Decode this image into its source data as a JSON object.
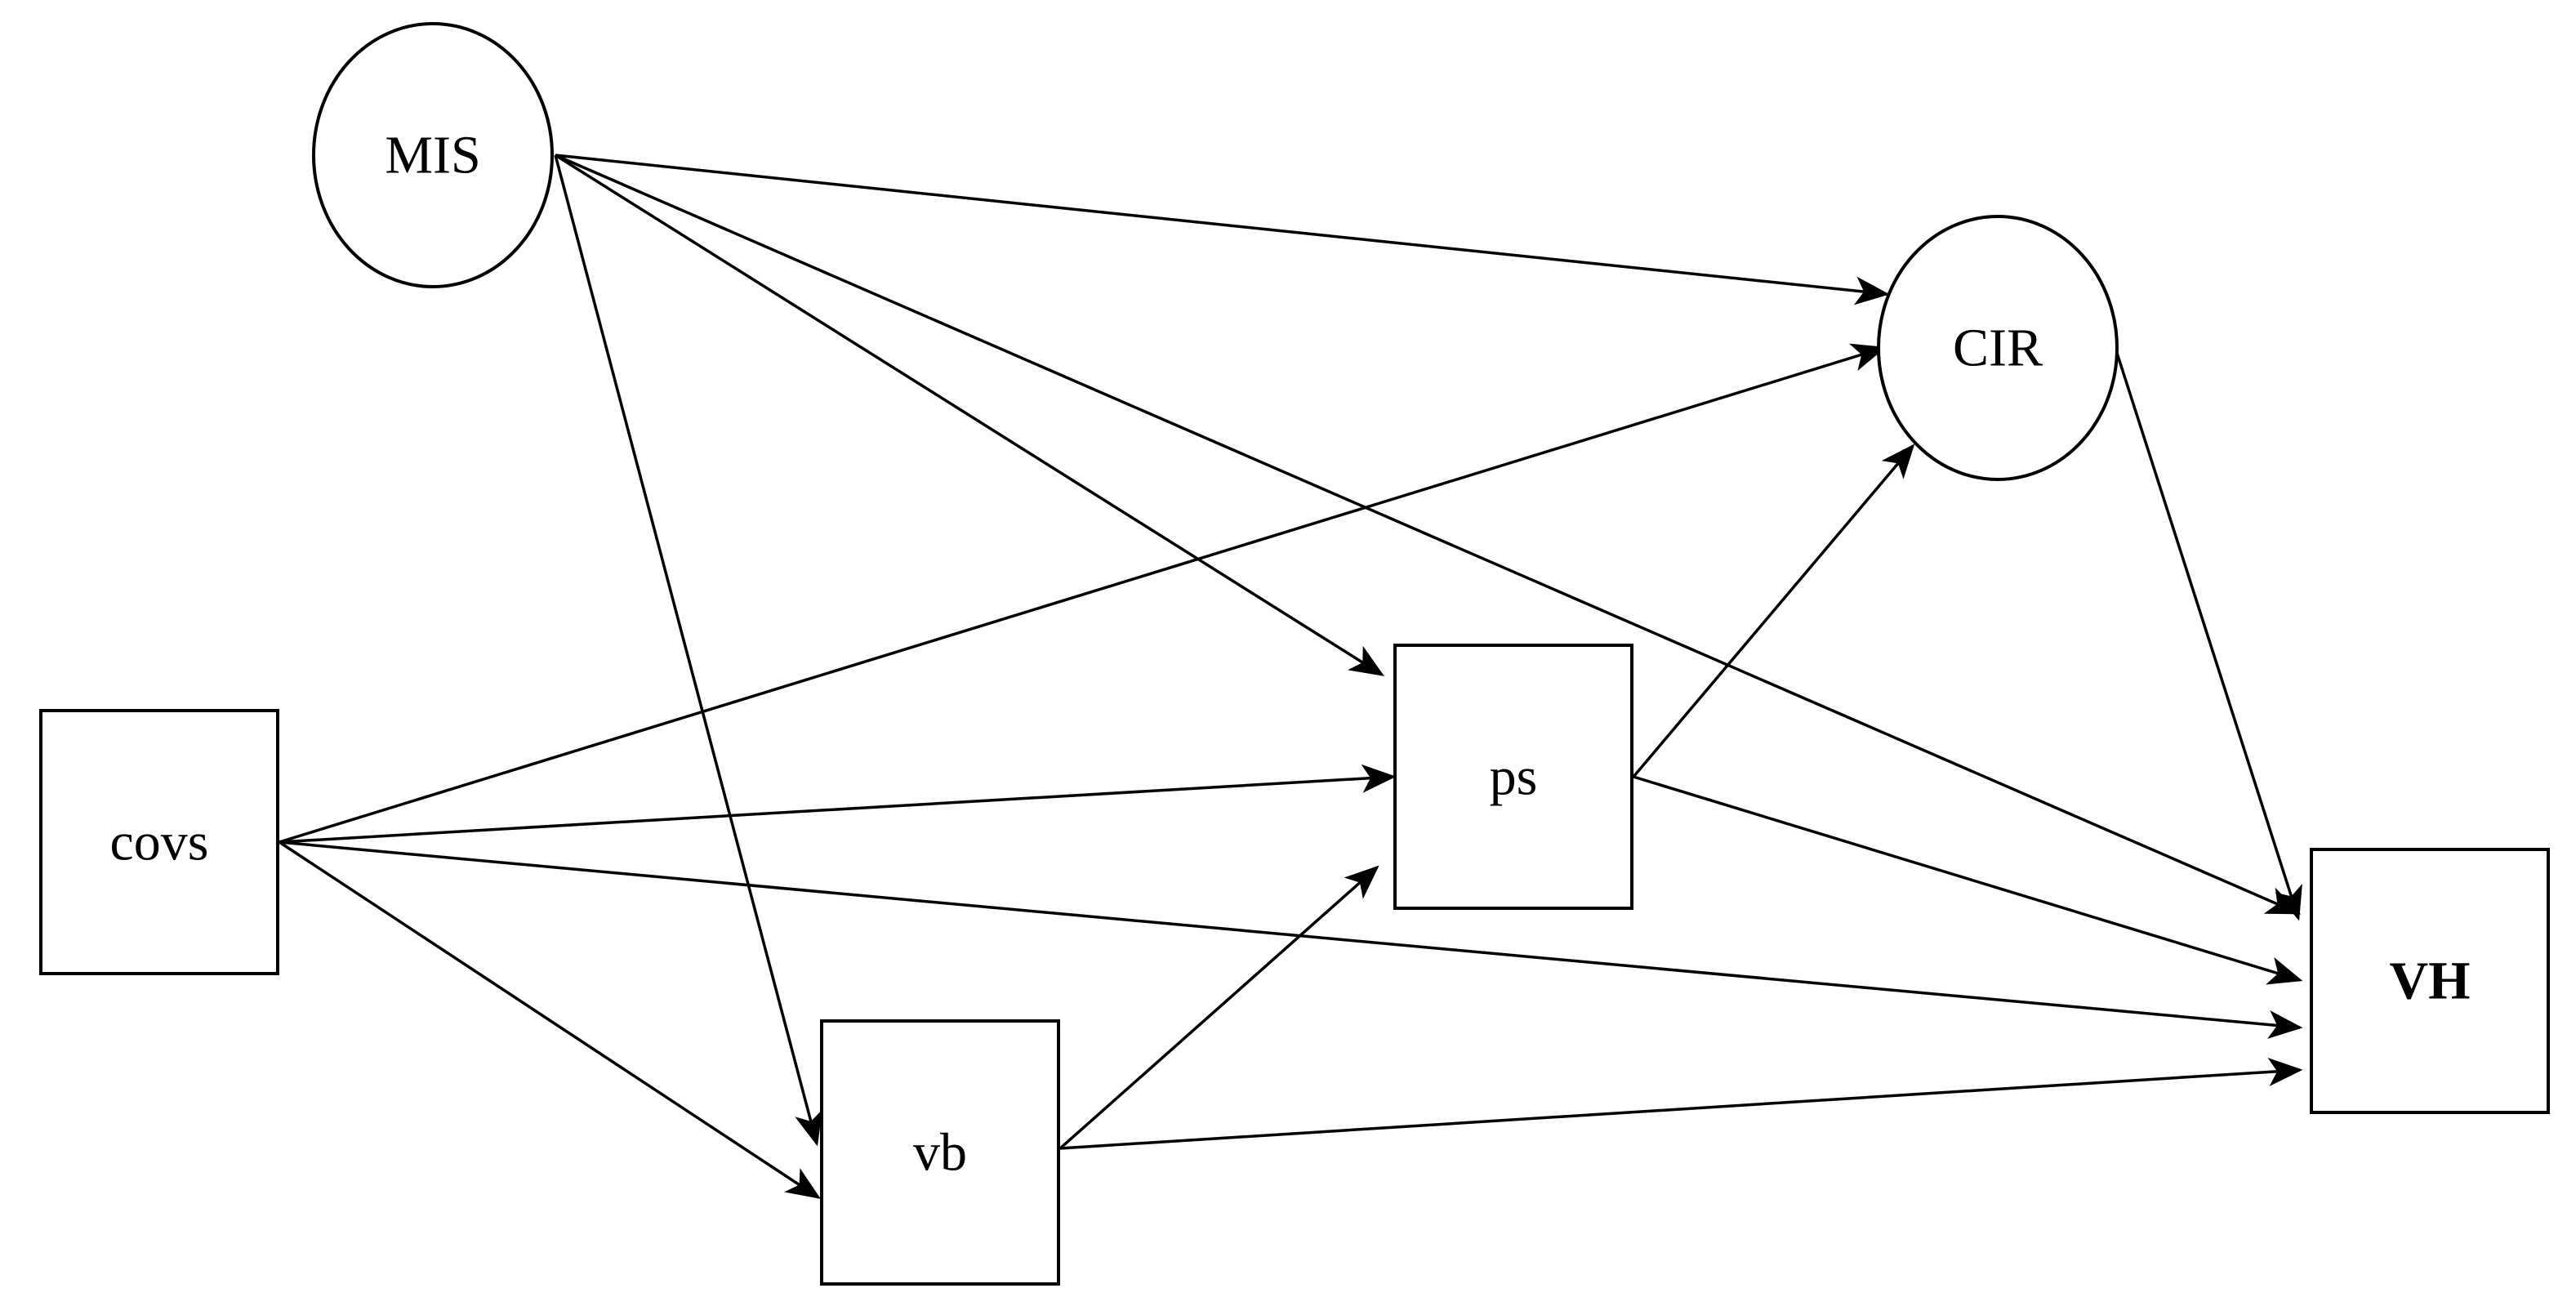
{
  "diagram": {
    "nodes": [
      {
        "id": "MIS",
        "label": "MIS",
        "shape": "ellipse"
      },
      {
        "id": "CIR",
        "label": "CIR",
        "shape": "ellipse"
      },
      {
        "id": "covs",
        "label": "covs",
        "shape": "rect"
      },
      {
        "id": "ps",
        "label": "ps",
        "shape": "rect"
      },
      {
        "id": "vb",
        "label": "vb",
        "shape": "rect"
      },
      {
        "id": "VH",
        "label": "VH",
        "shape": "rect",
        "bold": true
      }
    ],
    "edges": [
      {
        "from": "MIS",
        "to": "CIR"
      },
      {
        "from": "MIS",
        "to": "ps"
      },
      {
        "from": "MIS",
        "to": "VH"
      },
      {
        "from": "MIS",
        "to": "vb"
      },
      {
        "from": "covs",
        "to": "CIR"
      },
      {
        "from": "covs",
        "to": "ps"
      },
      {
        "from": "covs",
        "to": "VH"
      },
      {
        "from": "covs",
        "to": "vb"
      },
      {
        "from": "ps",
        "to": "CIR"
      },
      {
        "from": "ps",
        "to": "VH"
      },
      {
        "from": "vb",
        "to": "ps"
      },
      {
        "from": "vb",
        "to": "VH"
      },
      {
        "from": "CIR",
        "to": "VH"
      }
    ]
  }
}
